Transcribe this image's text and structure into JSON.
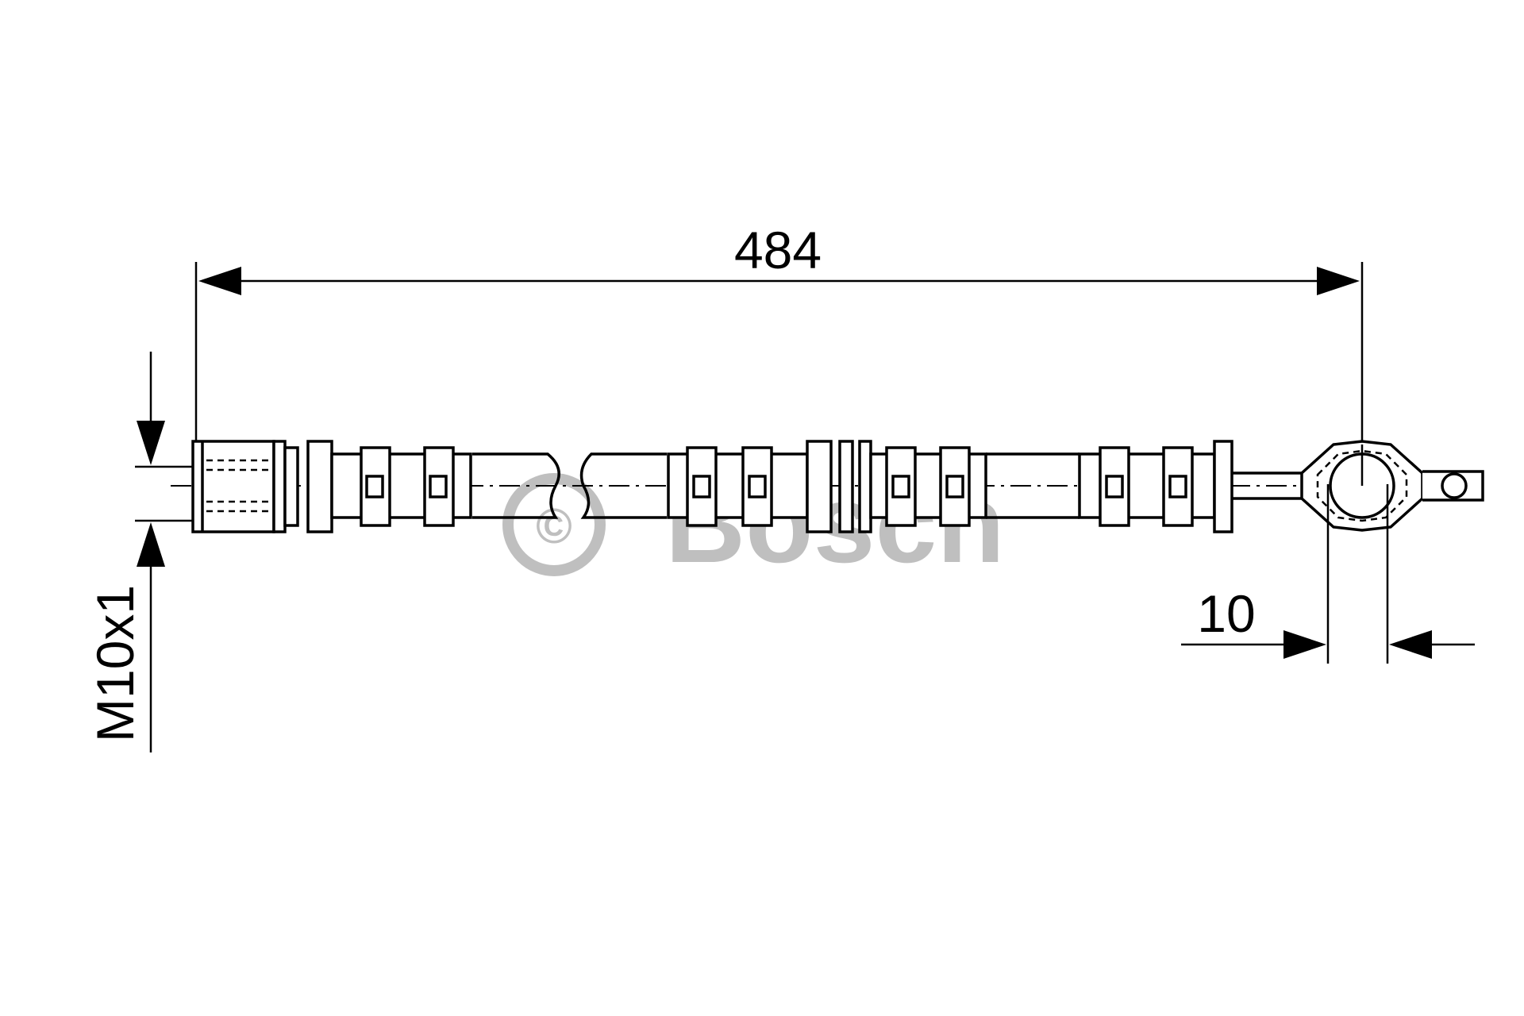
{
  "dimensions": {
    "length": "484",
    "bracket_hole": "10",
    "thread": "M10x1"
  },
  "watermark": {
    "symbol": "©",
    "brand": "Bosch"
  },
  "colors": {
    "line": "#000000",
    "background": "#ffffff",
    "watermark": "#8a8a8a"
  }
}
